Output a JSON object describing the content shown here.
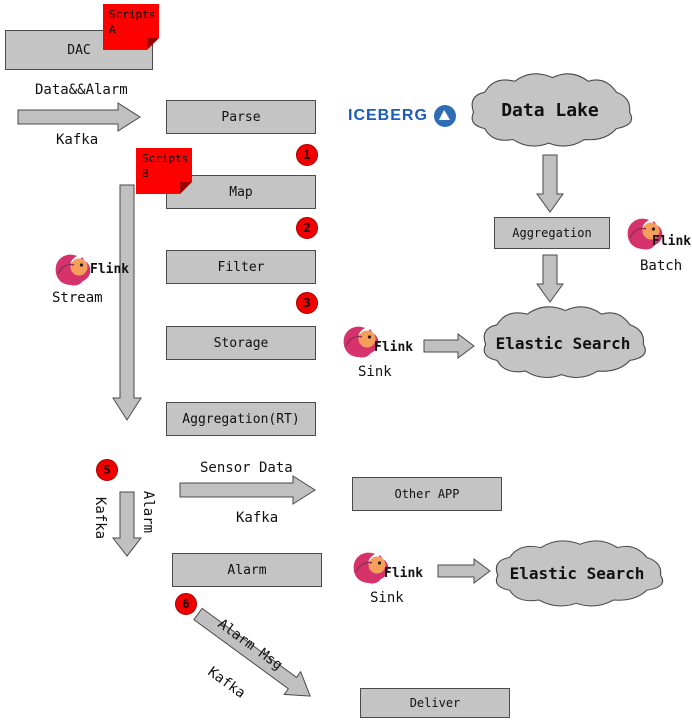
{
  "colors": {
    "box_fill": "#c4c4c4",
    "box_border": "#4a4a4a",
    "note_red": "#ff0000",
    "badge_red": "#f20000",
    "iceberg_blue": "#1b5cb8",
    "flink_pink": "#d6336c",
    "flink_orange": "#f59f5b",
    "arrow_fill": "#c0c0c0"
  },
  "boxes": {
    "dac": "DAC",
    "parse": "Parse",
    "map": "Map",
    "filter": "Filter",
    "storage": "Storage",
    "aggregation_rt": "Aggregation(RT)",
    "aggregation": "Aggregation",
    "other_app": "Other APP",
    "alarm": "Alarm",
    "deliver": "Deliver"
  },
  "notes": {
    "scripts_a_line1": "Scripts",
    "scripts_a_line2": "A",
    "scripts_b_line1": "Scripts",
    "scripts_b_line2": "B"
  },
  "clouds": {
    "data_lake": "Data Lake",
    "elastic_search_top": "Elastic Search",
    "elastic_search_bottom": "Elastic Search"
  },
  "badges": {
    "b1": "1",
    "b2": "2",
    "b3": "3",
    "b5": "5",
    "b6": "6"
  },
  "labels": {
    "data_alarm": "Data&&Alarm",
    "kafka_ingest": "Kafka",
    "iceberg": "ICEBERG",
    "flink_stream": "Flink",
    "stream": "Stream",
    "flink_batch": "Flink",
    "batch": "Batch",
    "flink_sink_top": "Flink",
    "sink_top": "Sink",
    "flink_sink_bottom": "Flink",
    "sink_bottom": "Sink",
    "sensor_data": "Sensor Data",
    "kafka_sensor": "Kafka",
    "kafka_vertical": "Kafka",
    "alarm_vertical": "Alarm",
    "alarm_msg": "Alarm Msg",
    "kafka_diagonal": "Kafka"
  }
}
